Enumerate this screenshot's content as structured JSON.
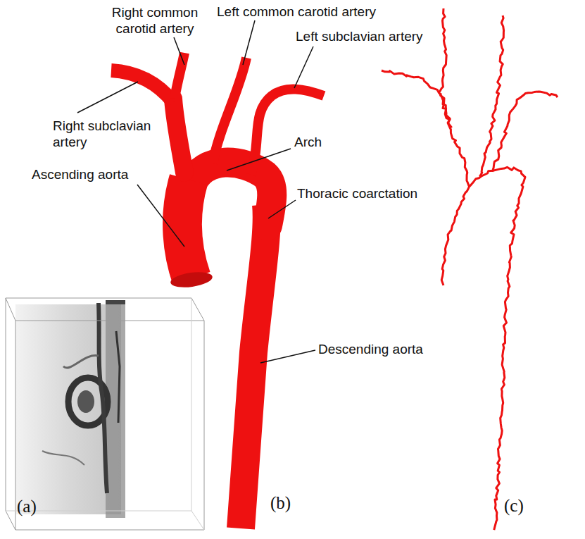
{
  "diagram": {
    "labels": [
      "Right common carotid artery",
      "Left common carotid artery",
      "Left subclavian artery",
      "Right subclavian artery",
      "Arch",
      "Ascending aorta",
      "Thoracic coarctation",
      "Descending aorta",
      "(a)",
      "(b)",
      "(c)"
    ]
  }
}
